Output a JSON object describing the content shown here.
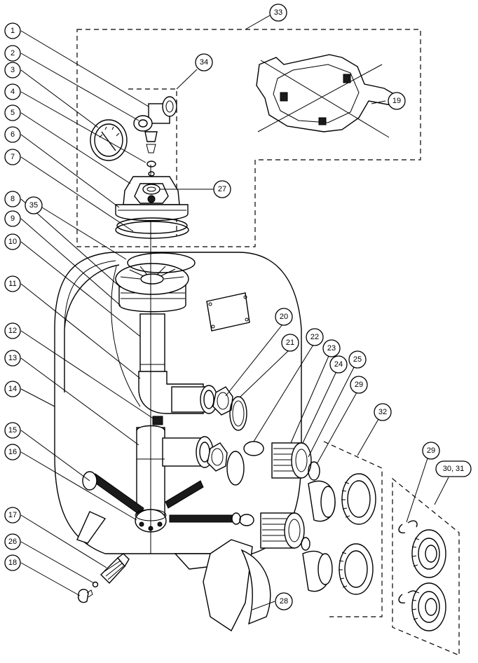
{
  "callouts": [
    {
      "id": "c1",
      "label": "1"
    },
    {
      "id": "c2",
      "label": "2"
    },
    {
      "id": "c3",
      "label": "3"
    },
    {
      "id": "c4",
      "label": "4"
    },
    {
      "id": "c5",
      "label": "5"
    },
    {
      "id": "c6",
      "label": "6"
    },
    {
      "id": "c7",
      "label": "7"
    },
    {
      "id": "c8",
      "label": "8"
    },
    {
      "id": "c9",
      "label": "9"
    },
    {
      "id": "c10",
      "label": "10"
    },
    {
      "id": "c11",
      "label": "11"
    },
    {
      "id": "c12",
      "label": "12"
    },
    {
      "id": "c13",
      "label": "13"
    },
    {
      "id": "c14",
      "label": "14"
    },
    {
      "id": "c15",
      "label": "15"
    },
    {
      "id": "c16",
      "label": "16"
    },
    {
      "id": "c17",
      "label": "17"
    },
    {
      "id": "c26",
      "label": "26"
    },
    {
      "id": "c18",
      "label": "18"
    },
    {
      "id": "c33",
      "label": "33"
    },
    {
      "id": "c34",
      "label": "34"
    },
    {
      "id": "c19",
      "label": "19"
    },
    {
      "id": "c27",
      "label": "27"
    },
    {
      "id": "c35",
      "label": "35"
    },
    {
      "id": "c20",
      "label": "20"
    },
    {
      "id": "c21",
      "label": "21"
    },
    {
      "id": "c22",
      "label": "22"
    },
    {
      "id": "c23",
      "label": "23"
    },
    {
      "id": "c24",
      "label": "24"
    },
    {
      "id": "c25",
      "label": "25"
    },
    {
      "id": "c29a",
      "label": "29"
    },
    {
      "id": "c32",
      "label": "32"
    },
    {
      "id": "c29b",
      "label": "29"
    },
    {
      "id": "c3031",
      "label": "30, 31"
    },
    {
      "id": "c28",
      "label": "28"
    }
  ]
}
